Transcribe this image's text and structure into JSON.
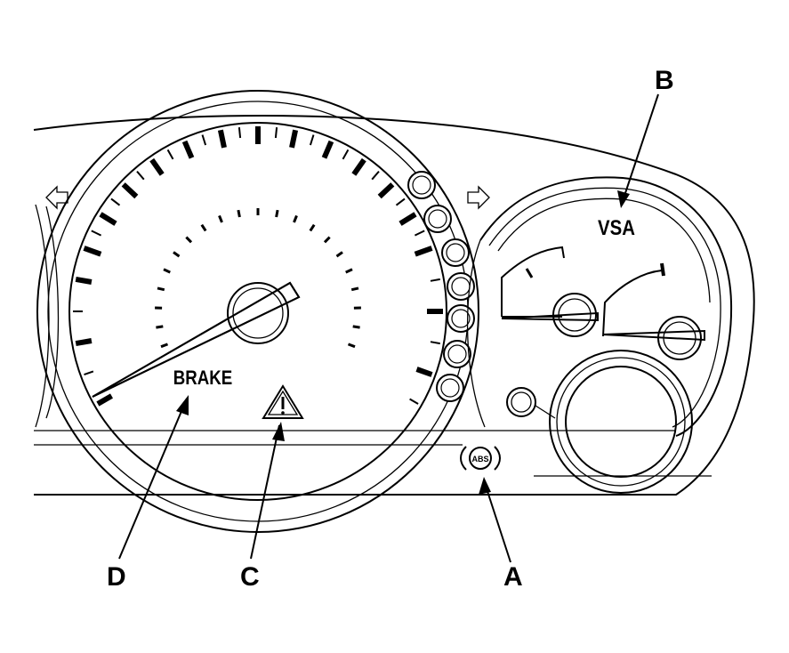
{
  "callouts": {
    "a": "A",
    "b": "B",
    "c": "C",
    "d": "D"
  },
  "indicators": {
    "brake_label": "BRAKE",
    "vsa_label": "VSA",
    "abs_label": "ABS"
  },
  "icons": {
    "warning": "warning-triangle-icon",
    "abs": "abs-indicator-icon",
    "turn_left": "turn-signal-left-icon",
    "turn_right": "turn-signal-right-icon"
  }
}
